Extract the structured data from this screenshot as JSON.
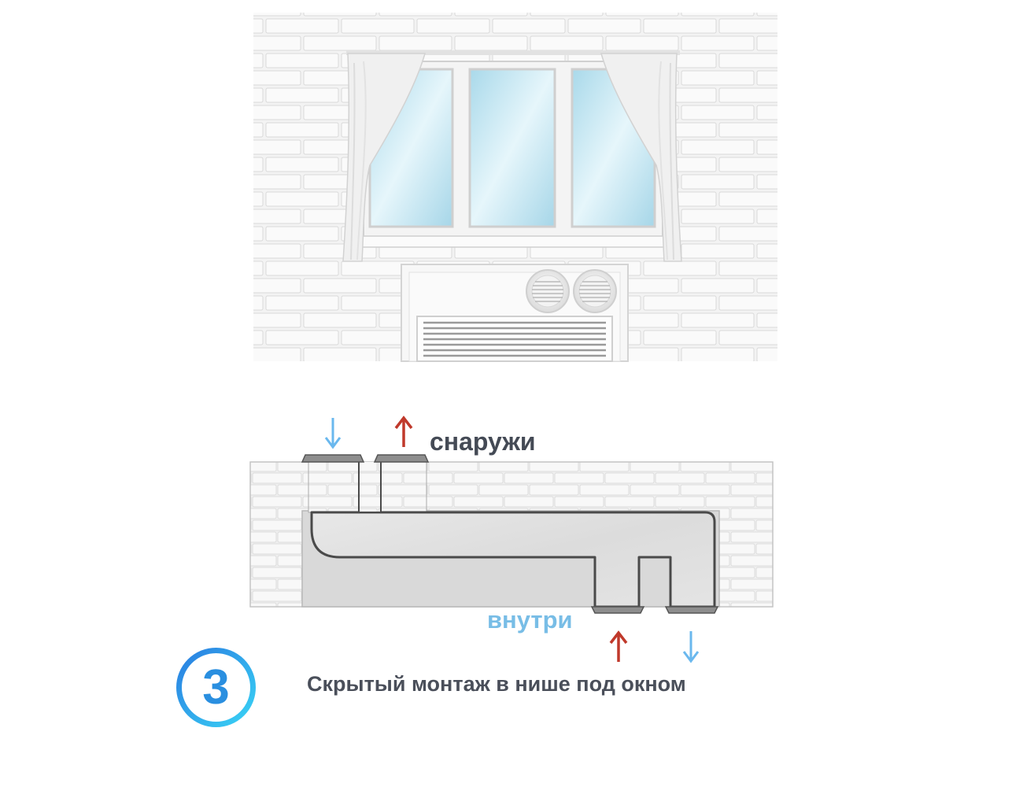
{
  "labels": {
    "outside": "снаружи",
    "inside": "внутри"
  },
  "caption": "Скрытый монтаж в нише под окном",
  "step": "3",
  "icons": {
    "arrow_down": "arrow-down-icon",
    "arrow_up": "arrow-up-icon"
  },
  "colors": {
    "arrow_in": "#6ab8ee",
    "arrow_out": "#c0392b",
    "outside_text": "#444a55",
    "inside_text": "#78bde6",
    "badge_gradient_start": "#2a7de1",
    "badge_gradient_end": "#39d3f5",
    "glass": "#bfe6f2",
    "wall": "#f2f2f2"
  }
}
